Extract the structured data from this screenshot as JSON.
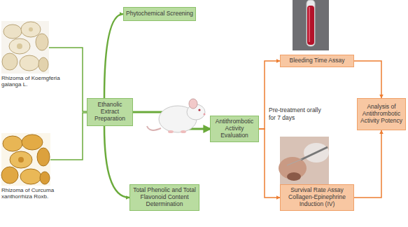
{
  "diagram": {
    "nodes": [
      {
        "text": [
          "Rhizoma of Koemgferia galanga L."
        ]
      },
      {
        "text": [
          "Rhizoma of Curcuma xanthorrhiza Roxb."
        ]
      },
      {
        "text": [
          "Ethanolic Extract Preparation"
        ]
      },
      {
        "text": [
          "Phytochemical Screening"
        ]
      },
      {
        "text": [
          "Total Phenolic and Total Flavonoid Content Determination"
        ]
      },
      {
        "text": [
          "Antithrombotic Activity Evaluation"
        ]
      },
      {
        "text": [
          "Bleeding Time Assay"
        ]
      },
      {
        "text": [
          "Survival Rate Assay Collagen-Epinephrine Induction (IV)"
        ]
      },
      {
        "text": [
          "Analysis of Antithrombotic Activity Potency"
        ]
      }
    ],
    "edges": [
      {
        "from": 0,
        "to": 2,
        "arrow": "none"
      },
      {
        "from": 1,
        "to": 2,
        "arrow": "none"
      },
      {
        "from": 2,
        "to": 3,
        "arrow": "to"
      },
      {
        "from": 2,
        "to": 4,
        "arrow": "to"
      },
      {
        "from": 2,
        "to": 5,
        "arrow": "to"
      },
      {
        "from": 5,
        "to": 6,
        "arrow": "to"
      },
      {
        "from": 5,
        "to": 7,
        "arrow": "to"
      },
      {
        "from": 6,
        "to": 8,
        "arrow": "to"
      },
      {
        "from": 7,
        "to": 8,
        "arrow": "to"
      }
    ],
    "labels": [
      "Pre-treatment orally for 7 days"
    ]
  }
}
